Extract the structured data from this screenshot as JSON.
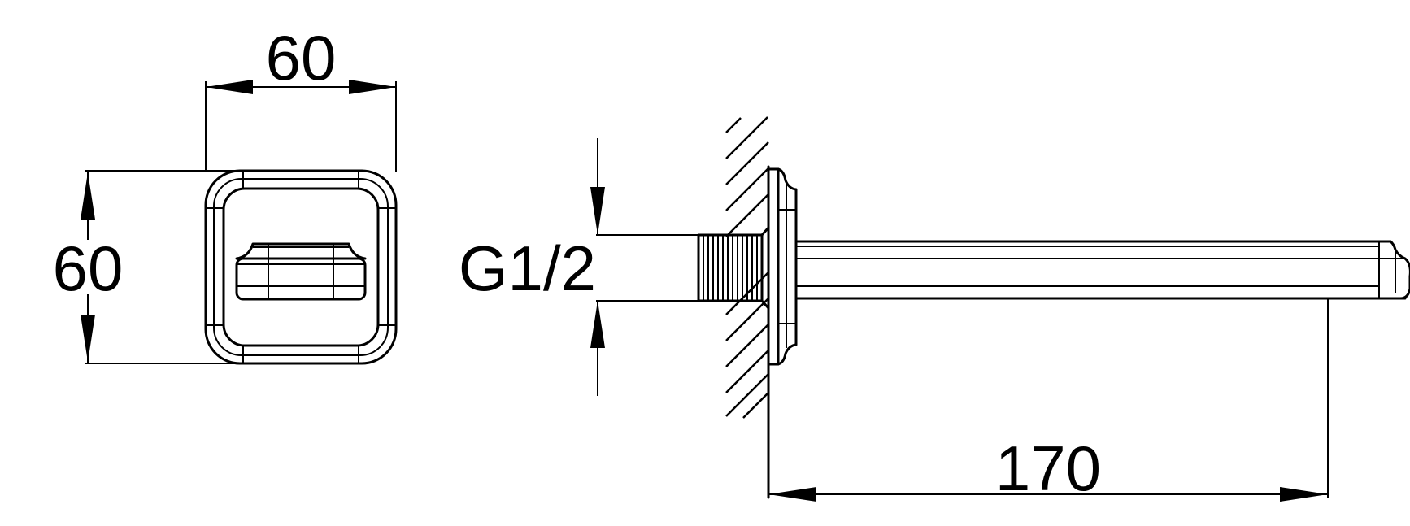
{
  "drawing": {
    "front_view": {
      "width_label": "60",
      "height_label": "60"
    },
    "side_view": {
      "thread_label": "G1/2",
      "length_label": "170"
    },
    "line_color": "#000000",
    "background_color": "#ffffff"
  }
}
